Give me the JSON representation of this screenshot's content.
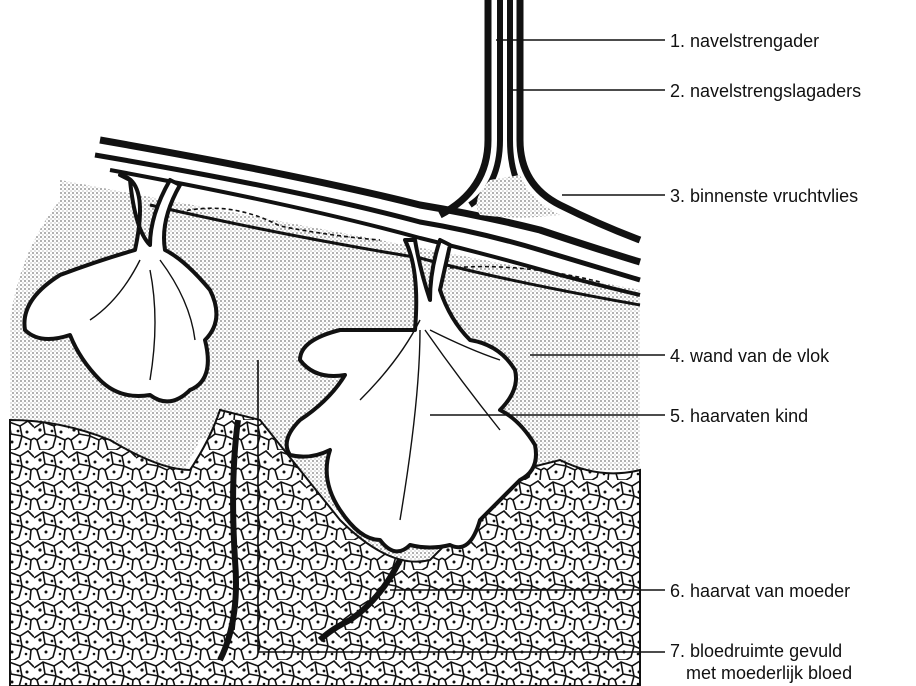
{
  "diagram": {
    "labels": [
      {
        "id": 1,
        "text": "1. navelstrengader"
      },
      {
        "id": 2,
        "text": "2. navelstrengslagaders"
      },
      {
        "id": 3,
        "text": "3. binnenste vruchtvlies"
      },
      {
        "id": 4,
        "text": "4. wand van de vlok"
      },
      {
        "id": 5,
        "text": "5. haarvaten kind"
      },
      {
        "id": 6,
        "text": "6. haarvat van moeder"
      },
      {
        "id": 7,
        "text": "7. bloedruimte gevuld",
        "text2": "met moederlijk bloed"
      }
    ],
    "colors": {
      "ink": "#111111",
      "stipple": "#9a9a9a",
      "paper": "#ffffff"
    }
  }
}
